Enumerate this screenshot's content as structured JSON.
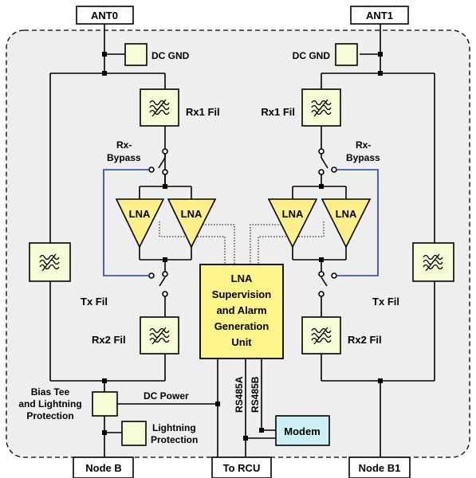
{
  "ports": {
    "ant0": "ANT0",
    "ant1": "ANT1",
    "node_b": "Node B",
    "to_rcu": "To RCU",
    "node_b1": "Node B1"
  },
  "labels": {
    "dc_gnd": "DC GND",
    "rx1_fil": "Rx1 Fil",
    "rx2_fil": "Rx2 Fil",
    "tx_fil": "Tx Fil",
    "rx_bypass_line1": "Rx-",
    "rx_bypass_line2": "Bypass",
    "lna": "LNA",
    "bias_tee_line1": "Bias Tee",
    "bias_tee_line2": "and Lightning",
    "bias_tee_line3": "Protection",
    "dc_power": "DC Power",
    "lightning_line1": "Lightning",
    "lightning_line2": "Protection",
    "rs485a": "RS485A",
    "rs485b": "RS485B",
    "modem": "Modem"
  },
  "unit": {
    "line1": "LNA",
    "line2": "Supervision",
    "line3": "and Alarm",
    "line4": "Generation",
    "line5": "Unit"
  },
  "colors": {
    "enclosure_fill": "#eeeeee",
    "filter_fill": "#f7fbd6",
    "lna_fill": "#ffef8a",
    "unit_fill": "#fff48a",
    "modem_fill": "#cdf0f7",
    "bypass_wire": "#1f3fb0"
  }
}
